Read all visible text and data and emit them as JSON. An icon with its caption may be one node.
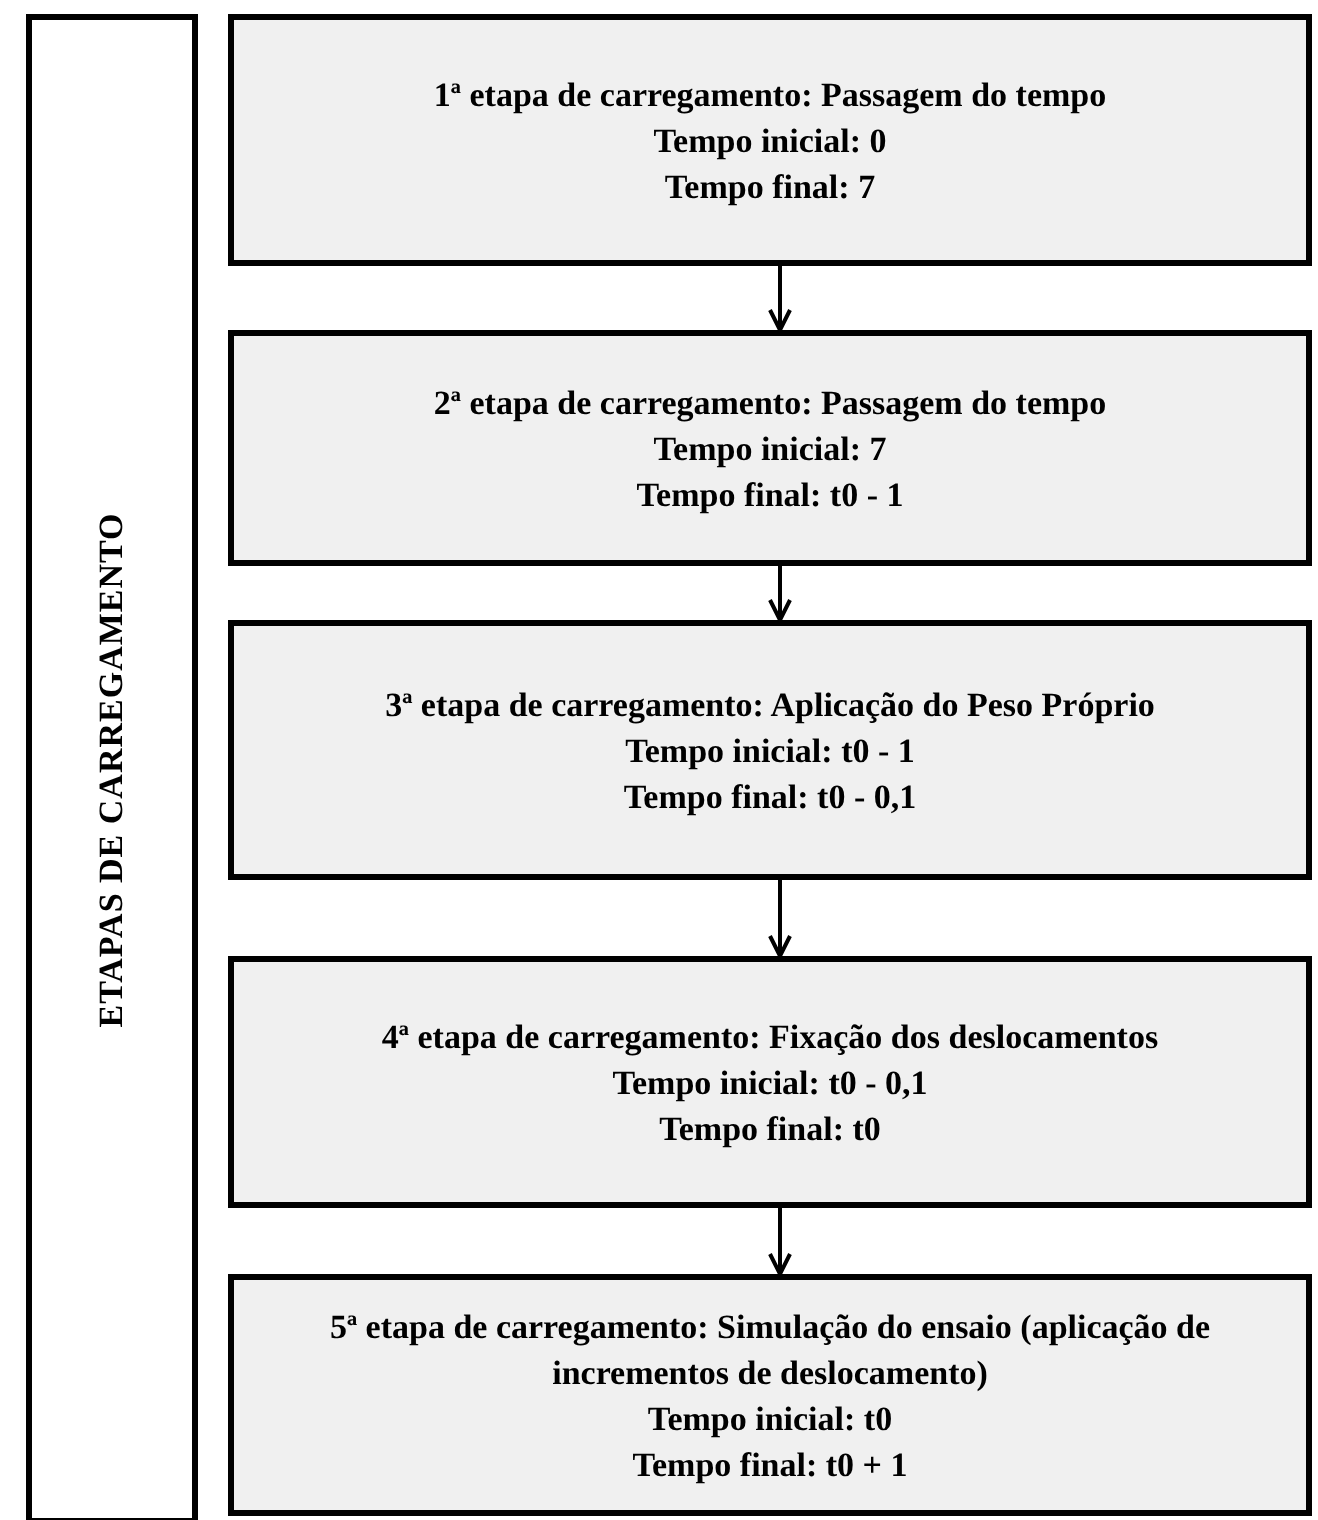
{
  "diagram": {
    "nodes": [
      {
        "text": [
          "ETAPAS DE CARREGAMENTO"
        ]
      },
      {
        "text": [
          "1ª etapa de carregamento: Passagem do tempo",
          "Tempo inicial: 0",
          "Tempo final:  7"
        ]
      },
      {
        "text": [
          "2ª etapa de carregamento: Passagem do tempo",
          "Tempo inicial: 7",
          "Tempo final:  t0 - 1"
        ]
      },
      {
        "text": [
          "3ª etapa de carregamento: Aplicação do Peso Próprio",
          "Tempo inicial: t0 - 1",
          "Tempo final:  t0 - 0,1"
        ]
      },
      {
        "text": [
          "4ª etapa de carregamento:  Fixação dos deslocamentos",
          "Tempo inicial: t0 - 0,1",
          "Tempo final:  t0"
        ]
      },
      {
        "text": [
          "5ª etapa de carregamento: Simulação do ensaio (aplicação de incrementos de deslocamento)",
          "Tempo inicial: t0",
          "Tempo final:  t0 + 1"
        ]
      }
    ],
    "edges": [
      {
        "from": 1,
        "to": 2,
        "arrow": "to"
      },
      {
        "from": 2,
        "to": 3,
        "arrow": "to"
      },
      {
        "from": 3,
        "to": 4,
        "arrow": "to"
      },
      {
        "from": 4,
        "to": 5,
        "arrow": "to"
      }
    ]
  }
}
